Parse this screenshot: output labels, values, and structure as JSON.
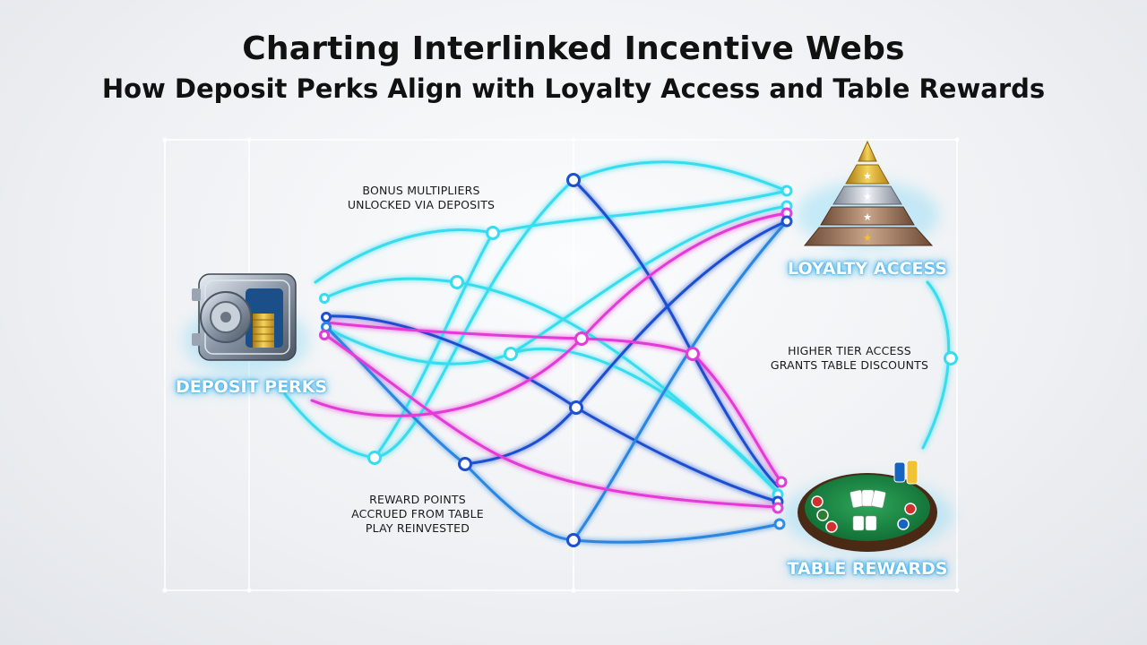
{
  "header": {
    "title": "Charting Interlinked Incentive Webs",
    "subtitle": "How Deposit Perks Align with Loyalty Access and Table Rewards"
  },
  "nodes": {
    "deposit": {
      "label": "DEPOSIT PERKS",
      "icon": "vault-icon"
    },
    "loyalty": {
      "label": "LOYALTY ACCESS",
      "icon": "pyramid-icon"
    },
    "table": {
      "label": "TABLE REWARDS",
      "icon": "poker-table-icon"
    }
  },
  "annotations": {
    "bonus": [
      "BONUS MULTIPLIERS",
      "UNLOCKED VIA DEPOSITS"
    ],
    "tier": [
      "HIGHER TIER ACCESS",
      "GRANTS TABLE DISCOUNTS"
    ],
    "reward": [
      "REWARD POINTS",
      "ACCRUED FROM TABLE",
      "PLAY REINVESTED"
    ]
  },
  "colors": {
    "cyan": "#38dcef",
    "blue": "#1d4fd0",
    "midblue": "#2a86e0",
    "magenta": "#e23bd6"
  }
}
